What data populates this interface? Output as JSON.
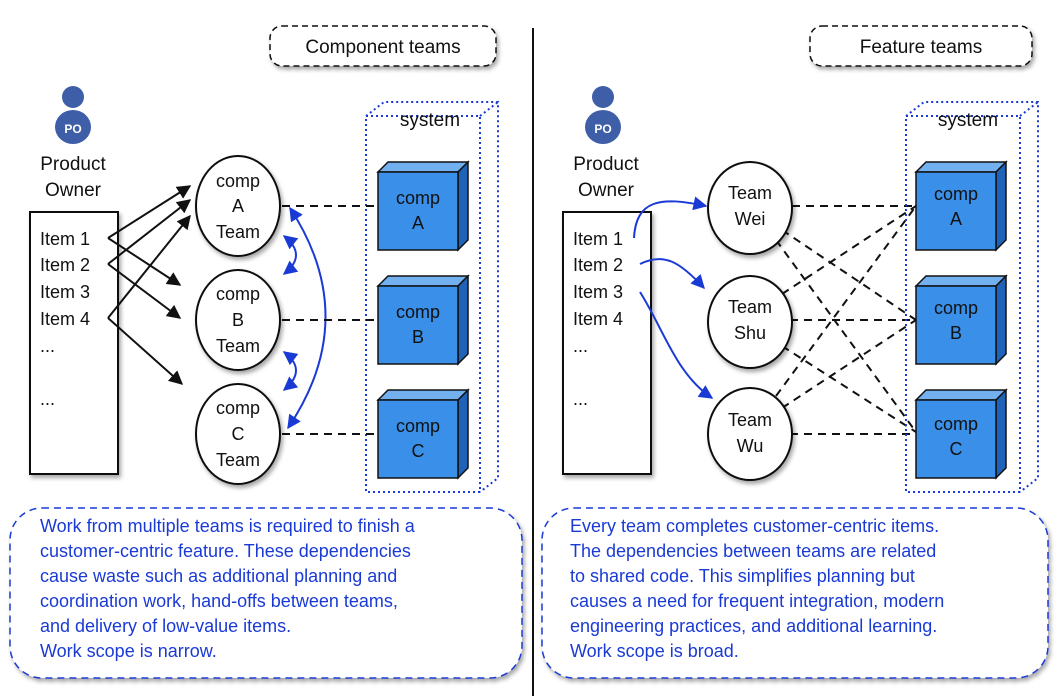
{
  "left": {
    "title": "Component teams",
    "po_badge": "PO",
    "po_label_lines": [
      "Product",
      "Owner"
    ],
    "backlog": [
      "Item 1",
      "Item 2",
      "Item 3",
      "Item 4",
      "...",
      "..."
    ],
    "teams": [
      {
        "lines": [
          "comp",
          "A",
          "Team"
        ]
      },
      {
        "lines": [
          "comp",
          "B",
          "Team"
        ]
      },
      {
        "lines": [
          "comp",
          "C",
          "Team"
        ]
      }
    ],
    "system_label": "system",
    "components": [
      {
        "lines": [
          "comp",
          "A"
        ]
      },
      {
        "lines": [
          "comp",
          "B"
        ]
      },
      {
        "lines": [
          "comp",
          "C"
        ]
      }
    ],
    "note_lines": [
      "Work from multiple teams is required to finish a",
      "customer-centric feature. These dependencies",
      "cause waste such as additional planning and",
      "coordination work, hand-offs between teams,",
      "and delivery of low-value items.",
      "Work scope is narrow."
    ]
  },
  "right": {
    "title": "Feature teams",
    "po_badge": "PO",
    "po_label_lines": [
      "Product",
      "Owner"
    ],
    "backlog": [
      "Item 1",
      "Item 2",
      "Item 3",
      "Item 4",
      "...",
      "..."
    ],
    "teams": [
      {
        "lines": [
          "Team",
          "Wei"
        ]
      },
      {
        "lines": [
          "Team",
          "Shu"
        ]
      },
      {
        "lines": [
          "Team",
          "Wu"
        ]
      }
    ],
    "system_label": "system",
    "components": [
      {
        "lines": [
          "comp",
          "A"
        ]
      },
      {
        "lines": [
          "comp",
          "B"
        ]
      },
      {
        "lines": [
          "comp",
          "C"
        ]
      }
    ],
    "note_lines": [
      "Every team completes customer-centric items.",
      "The dependencies between teams are related",
      "to shared code. This simplifies planning but",
      "causes a need for frequent integration, modern",
      "engineering practices, and additional learning.",
      "Work scope is broad."
    ]
  },
  "colors": {
    "accent_blue": "#1a3ad6",
    "component_fill": "#3a8fe8",
    "po_icon": "#3f5ea8"
  }
}
